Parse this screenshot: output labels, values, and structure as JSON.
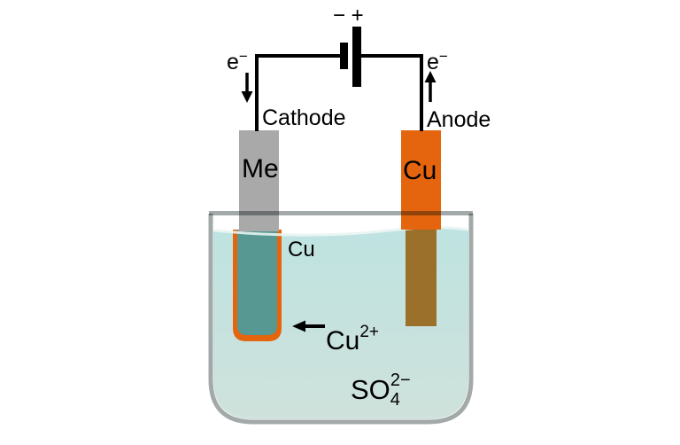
{
  "figure": {
    "battery": {
      "polarity": "− +"
    },
    "electron_flow": {
      "left": {
        "base": "e",
        "sup": "−"
      },
      "right": {
        "base": "e",
        "sup": "−"
      }
    },
    "electrodes": {
      "cathode": {
        "label": "Cathode",
        "material": "Me"
      },
      "anode": {
        "label": "Anode",
        "material": "Cu"
      }
    },
    "solution": {
      "coating_label": "Cu",
      "ion": {
        "base": "Cu",
        "sup": "2+"
      },
      "sulfate": {
        "base": "SO",
        "sub": "4",
        "sup": "2−"
      }
    }
  },
  "colors": {
    "copper_orange": "#e4650e",
    "metal_gray": "#a9a9a9",
    "submerged_metal_teal": "#579992",
    "submerged_copper_brown": "#9a702b",
    "solution_top": "#bee3e1",
    "solution_bottom": "#cfe2db",
    "surface_highlight": "#e8f4f2",
    "beaker_gray": "#a3a8a9",
    "wire_black": "#000000"
  }
}
